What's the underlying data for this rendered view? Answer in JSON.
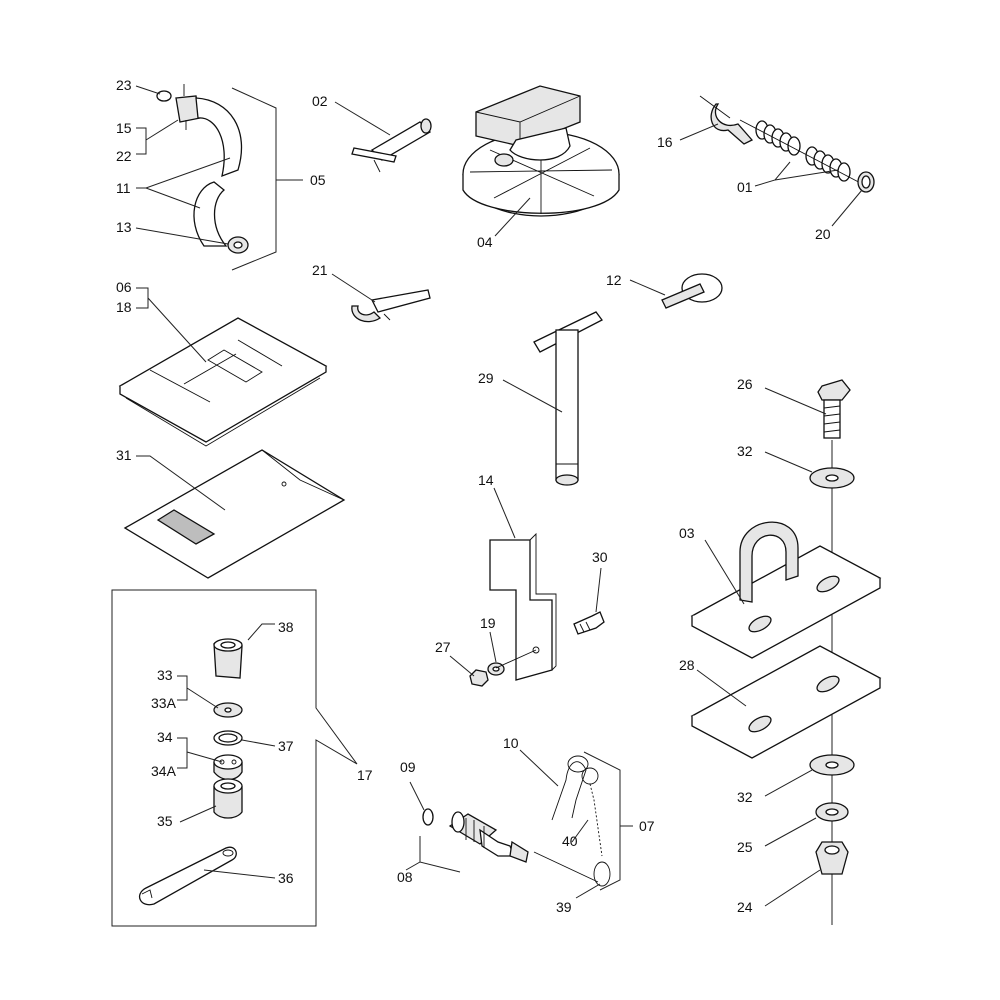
{
  "labels": {
    "p23": "23",
    "p15": "15",
    "p22": "22",
    "p11": "11",
    "p13": "13",
    "p05": "05",
    "p02": "02",
    "p04": "04",
    "p16": "16",
    "p01": "01",
    "p20": "20",
    "p06": "06",
    "p18": "18",
    "p21": "21",
    "p12": "12",
    "p29": "29",
    "p31": "31",
    "p26": "26",
    "p32a": "32",
    "p14": "14",
    "p30": "30",
    "p03": "03",
    "p19": "19",
    "p27": "27",
    "p28": "28",
    "p38": "38",
    "p33": "33",
    "p33a": "33A",
    "p34": "34",
    "p34a": "34A",
    "p37": "37",
    "p17": "17",
    "p35": "35",
    "p36": "36",
    "p10": "10",
    "p09": "09",
    "p40": "40",
    "p07": "07",
    "p32b": "32",
    "p25": "25",
    "p08": "08",
    "p39": "39",
    "p24": "24"
  }
}
